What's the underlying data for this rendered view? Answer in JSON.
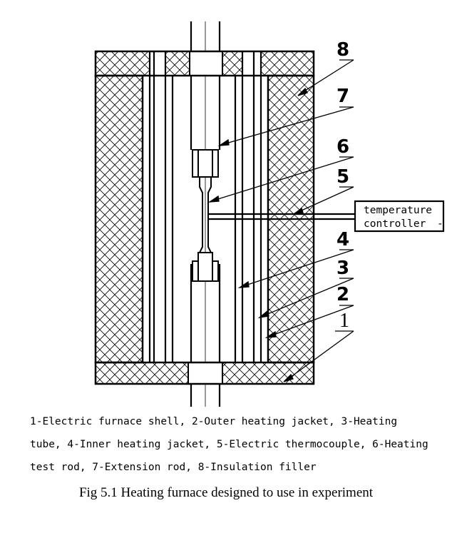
{
  "diagram": {
    "callouts": [
      "1",
      "2",
      "3",
      "4",
      "5",
      "6",
      "7",
      "8"
    ],
    "controller_label": [
      "temperature",
      "controller"
    ]
  },
  "legend": {
    "line1": "1-Electric furnace shell, 2-Outer heating jacket, 3-Heating",
    "line2": "tube, 4-Inner heating jacket, 5-Electric thermocouple, 6-Heating",
    "line3": "test rod, 7-Extension rod, 8-Insulation filler"
  },
  "caption": "Fig 5.1 Heating furnace designed to use in experiment"
}
